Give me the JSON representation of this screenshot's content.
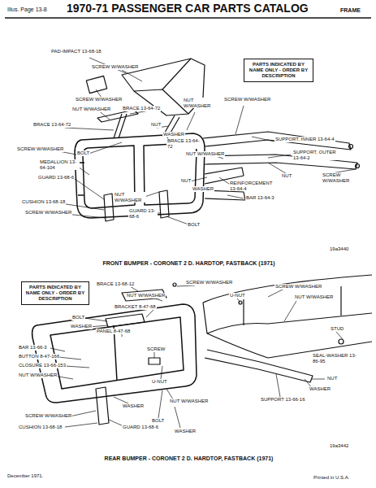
{
  "diagram": {
    "title": "1970-71 PASSENGER CAR PARTS CATALOG",
    "nodes": [
      {
        "text": [
          "PARTS INDICATED BY NAME ONLY - ORDER BY DESCRIPTION"
        ]
      },
      {
        "text": [
          "PARTS INDICATED BY NAME ONLY - ORDER BY DESCRIPTION"
        ]
      }
    ],
    "labels": [
      "Illus. Page 13-8",
      "FRAME",
      "PAD-IMPACT 13-68-18",
      "SCREW W/WASHER",
      "SCREW W/WASHER",
      "NUT W/WASHER",
      "BRACE 13-64-72",
      "NUT W/WASHER",
      "SCREW W/WASHER",
      "BRACE 13-64-72",
      "NUT",
      "WASHER",
      "BRACE 13-64-72",
      "SUPPORT, INNER 13-64-4",
      "SCREW W/WASHER",
      "BOLT",
      "NUT W/WASHER",
      "SUPPORT, OUTER 13-64-2",
      "NUT",
      "SCREW W/WASHER",
      "MEDALLION 13-64-104",
      "GUARD 13-68-6",
      "NUT",
      "WASHER",
      "REINFORCEMENT 13-64-4",
      "NUT W/WASHER",
      "CUSHION 13-68-18",
      "BAR 13-64-3",
      "SCREW W/WASHER",
      "GUARD 13-68-6",
      "BOLT",
      "19a3440",
      "FRONT BUMPER - CORONET 2 D. HARDTOP, FASTBACK (1971)",
      "BRACE 13-68-12",
      "SCREW W/WASHER",
      "SCREW W/WASHER",
      "NUT W/WASHER",
      "U-NUT",
      "NUT W/WASHER",
      "BOLT",
      "BRACKET 8-47-68",
      "WASHER",
      "PANEL 8-47-68",
      "STUD",
      "BAR 13-66-3",
      "SEAL-WASHER 13-86-95",
      "BUTTON 8-47-166",
      "SCREW",
      "CLOSURE 13-66-153",
      "U-NUT",
      "NUT W/WASHER",
      "NUT",
      "WASHER",
      "SUPPORT 13-66-16",
      "WASHER",
      "NUT W/WASHER",
      "BOLT",
      "WASHER",
      "SCREW W/WASHER",
      "CUSHION 13-68-18",
      "GUARD 13-68-6",
      "19a3442",
      "REAR BUMPER - CORONET 2 D. HARDTOP, FASTBACK (1971)",
      "December 1971.",
      "Printed in U.S.A."
    ]
  }
}
